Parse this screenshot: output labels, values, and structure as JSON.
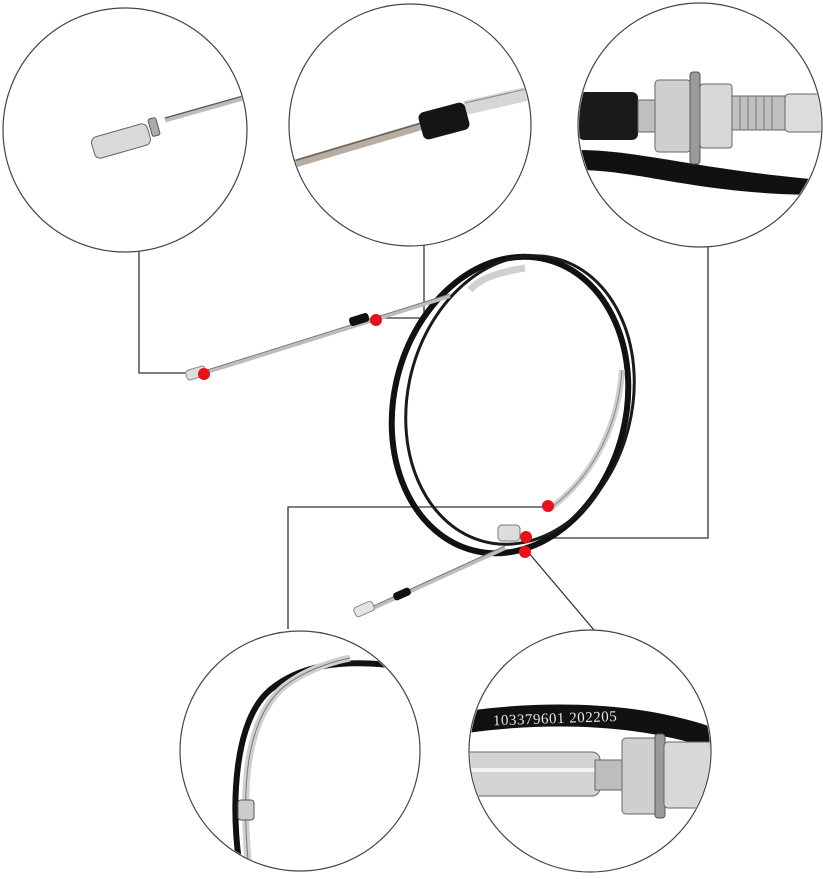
{
  "image": {
    "subject": "control cable with detail callouts",
    "background": "#ffffff",
    "colors": {
      "callout_line": "#333333",
      "marker": "#e8101a",
      "cable_jacket": "#111111",
      "metal": "#c8c8c8"
    }
  },
  "callouts": [
    {
      "id": "rod-end-tip",
      "position": "top-left",
      "description": "threaded rod end tip"
    },
    {
      "id": "rod-boot",
      "position": "top-center",
      "description": "rod with black rubber boot"
    },
    {
      "id": "bulkhead-fitting",
      "position": "top-right",
      "description": "bulkhead nut and threaded fitting"
    },
    {
      "id": "cable-bend",
      "position": "bottom-left",
      "description": "bent metal tube along cable"
    },
    {
      "id": "cable-marking",
      "position": "bottom-right",
      "description": "printed cable jacket with nut fitting"
    }
  ],
  "cable_marking": {
    "text": "103379601  202205"
  },
  "markers_count": 5
}
